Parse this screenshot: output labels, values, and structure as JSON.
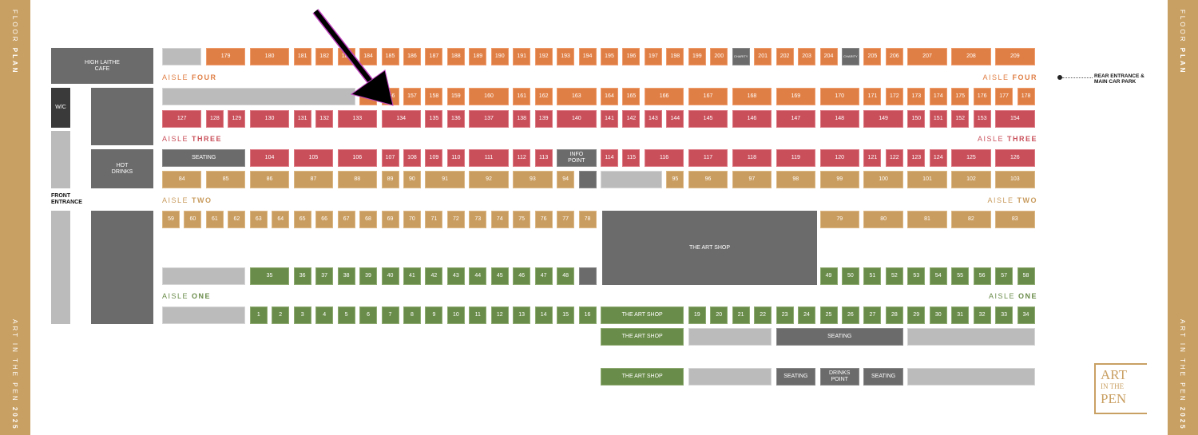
{
  "sidebar": {
    "top_light": "FLOOR",
    "top_bold": "PLAN",
    "bottom_light": "ART IN THE PEN",
    "bottom_bold": "2025"
  },
  "blocks": {
    "cafe": "HIGH LAITHE CAFE",
    "wc": "W/C",
    "hot_drinks": "HOT DRINKS",
    "front_entrance": "FRONT ENTRANCE",
    "art_shop_big": "THE ART SHOP"
  },
  "rear_entrance": "REAR ENTRANCE & MAIN CAR PARK",
  "logo": {
    "line1": "ART",
    "line2": "IN THE",
    "line3": "PEN"
  },
  "aisles": [
    {
      "light": "AISLE",
      "bold": "FOUR",
      "color": "#e07f45"
    },
    {
      "light": "AISLE",
      "bold": "THREE",
      "color": "#c9505b"
    },
    {
      "light": "AISLE",
      "bold": "TWO",
      "color": "#c99c5f"
    },
    {
      "light": "AISLE",
      "bold": "ONE",
      "color": "#6a8c4a"
    }
  ],
  "rows": [
    {
      "color": "orange",
      "items": [
        {
          "label": "",
          "kind": "gray"
        },
        "179",
        "180",
        "181",
        "182",
        "183",
        "184",
        "185",
        "186",
        "187",
        "188",
        "189",
        "190",
        "191",
        "192",
        "193",
        "194",
        "195",
        "196",
        "197",
        "198",
        "199",
        "200",
        {
          "label": "CHARITY",
          "kind": "dark"
        },
        "201",
        "202",
        "203",
        "204",
        {
          "label": "CHARITY",
          "kind": "dark"
        },
        "205",
        "206",
        "207",
        "208",
        "209"
      ]
    },
    {
      "color": "orange",
      "items": [
        {
          "label": "",
          "kind": "gray"
        },
        "155",
        "156",
        "157",
        "158",
        "159",
        "160",
        "161",
        "162",
        "163",
        "164",
        "165",
        "166",
        "167",
        "168",
        "169",
        "170",
        "171",
        "172",
        "173",
        "174",
        "175",
        "176",
        "177",
        "178"
      ]
    },
    {
      "color": "red",
      "items": [
        "127",
        "128",
        "129",
        "130",
        "131",
        "132",
        "133",
        "134",
        "135",
        "136",
        "137",
        "138",
        "139",
        "140",
        "141",
        "142",
        "143",
        "144",
        "145",
        "146",
        "147",
        "148",
        "149",
        "150",
        "151",
        "152",
        "153",
        "154"
      ]
    },
    {
      "color": "red",
      "items": [
        {
          "label": "SEATING",
          "kind": "dark"
        },
        "104",
        "105",
        "106",
        "107",
        "108",
        "109",
        "110",
        "111",
        "112",
        "113",
        {
          "label": "INFO POINT",
          "kind": "dark"
        },
        "114",
        "115",
        "116",
        "117",
        "118",
        "119",
        "120",
        "121",
        "122",
        "123",
        "124",
        "125",
        "126"
      ]
    },
    {
      "color": "tan",
      "items": [
        "84",
        "85",
        "86",
        "87",
        "88",
        "89",
        "90",
        "91",
        "92",
        "93",
        "94",
        {
          "label": "",
          "kind": "dark"
        },
        {
          "label": "",
          "kind": "gray"
        },
        "95",
        "96",
        "97",
        "98",
        "99",
        "100",
        "101",
        "102",
        "103"
      ]
    },
    {
      "color": "tan",
      "items": [
        "59",
        "60",
        "61",
        "62",
        "63",
        "64",
        "65",
        "66",
        "67",
        "68",
        "69",
        "70",
        "71",
        "72",
        "73",
        "74",
        "75",
        "76",
        "77",
        "78",
        "79",
        "80",
        "81",
        "82",
        "83"
      ]
    },
    {
      "color": "green",
      "items": [
        {
          "label": "",
          "kind": "gray"
        },
        "35",
        "36",
        "37",
        "38",
        "39",
        "40",
        "41",
        "42",
        "43",
        "44",
        "45",
        "46",
        "47",
        "48",
        {
          "label": "",
          "kind": "dark"
        },
        "49",
        "50",
        "51",
        "52",
        "53",
        "54",
        "55",
        "56",
        "57",
        "58"
      ]
    },
    {
      "color": "green",
      "items": [
        {
          "label": "",
          "kind": "gray"
        },
        "1",
        "2",
        "3",
        "4",
        "5",
        "6",
        "7",
        "8",
        "9",
        "10",
        "11",
        "12",
        "13",
        "14",
        "15",
        "16",
        {
          "label": "THE ART SHOP",
          "kind": "green"
        },
        "19",
        "20",
        "21",
        "22",
        "23",
        "24",
        "25",
        "26",
        "27",
        "28",
        "29",
        "30",
        "31",
        "32",
        "33",
        "34"
      ]
    },
    {
      "color": "green",
      "items": [
        {
          "label": "THE ART SHOP",
          "kind": "green"
        },
        {
          "label": "",
          "kind": "gray"
        },
        {
          "label": "SEATING",
          "kind": "dark"
        },
        {
          "label": "",
          "kind": "gray"
        }
      ]
    },
    {
      "color": "green",
      "items": [
        {
          "label": "THE ART SHOP",
          "kind": "green"
        },
        {
          "label": "",
          "kind": "gray"
        },
        {
          "label": "SEATING",
          "kind": "dark"
        },
        {
          "label": "DRINKS POINT",
          "kind": "dark"
        },
        {
          "label": "SEATING",
          "kind": "dark"
        },
        {
          "label": "",
          "kind": "gray"
        }
      ]
    }
  ]
}
